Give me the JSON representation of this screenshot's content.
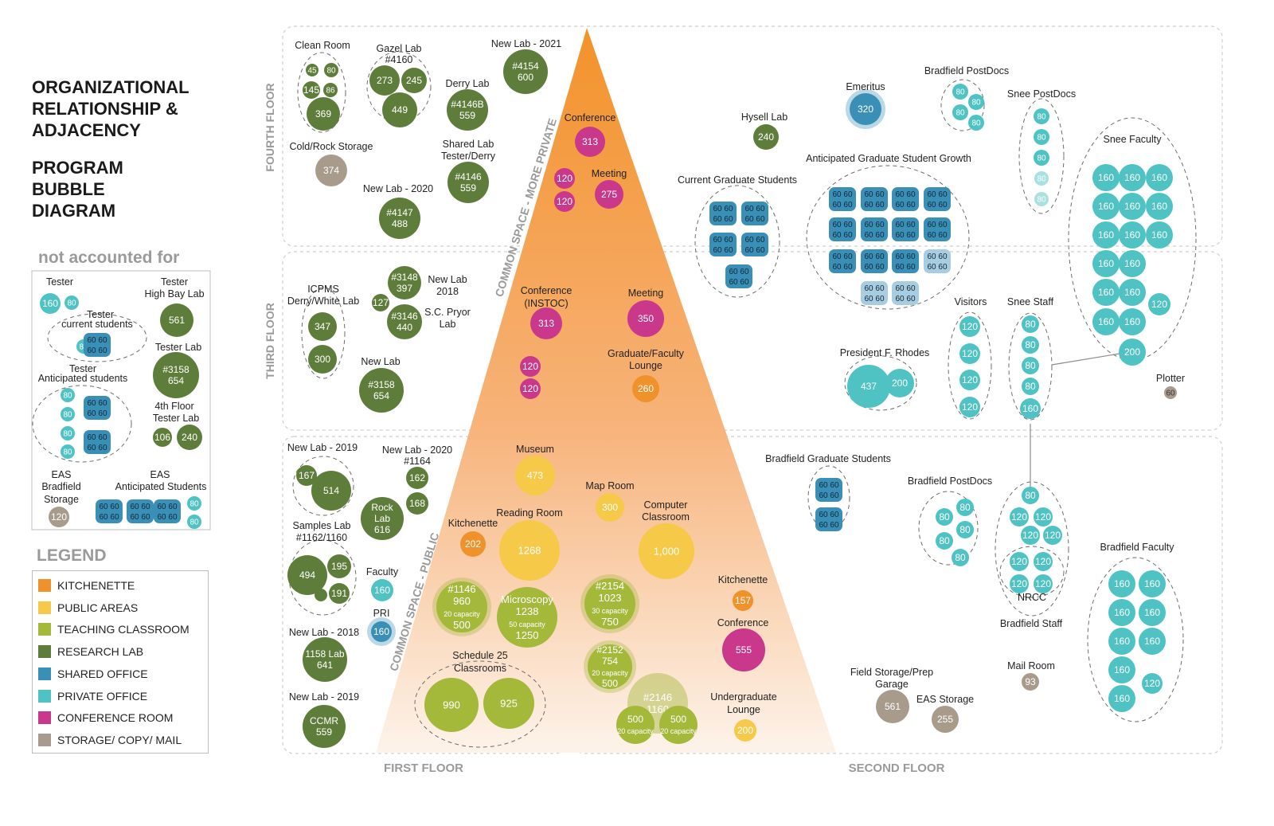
{
  "title": {
    "lines": [
      "ORGANIZATIONAL",
      "RELATIONSHIP &",
      "ADJACENCY"
    ],
    "sub_lines": [
      "PROGRAM",
      "BUBBLE",
      "DIAGRAM"
    ]
  },
  "not_accounted_title": "not accounted for",
  "legend_title": "LEGEND",
  "colors": {
    "kitchenette": "#f0922b",
    "public": "#f7c948",
    "teaching": "#a4b83a",
    "research": "#5f7d3a",
    "shared": "#3a8fb7",
    "private": "#4fc3c3",
    "conference": "#c9388a",
    "storage": "#a89b8c"
  },
  "legend": [
    {
      "key": "kitchenette",
      "label": "KITCHENETTE"
    },
    {
      "key": "public",
      "label": "PUBLIC AREAS"
    },
    {
      "key": "teaching",
      "label": "TEACHING CLASSROOM"
    },
    {
      "key": "research",
      "label": "RESEARCH LAB"
    },
    {
      "key": "shared",
      "label": "SHARED OFFICE"
    },
    {
      "key": "private",
      "label": "PRIVATE OFFICE"
    },
    {
      "key": "conference",
      "label": "CONFERENCE ROOM"
    },
    {
      "key": "storage",
      "label": "STORAGE/ COPY/ MAIL"
    }
  ],
  "floor_labels": {
    "fourth": "FOURTH FLOOR",
    "third": "THIRD FLOOR",
    "first": "FIRST FLOOR",
    "second": "SECOND FLOOR"
  },
  "triangle_labels": {
    "private": "COMMON SPACE - MORE PRIVATE",
    "public": "COMMON SPACE - PUBLIC"
  },
  "labels": [
    {
      "t": "Clean Room"
    },
    {
      "t": "Gazel Lab"
    },
    {
      "t": "#4160"
    },
    {
      "t": "New Lab - 2021"
    },
    {
      "t": "Derry Lab"
    },
    {
      "t": "Conference"
    },
    {
      "t": "Cold/Rock Storage"
    },
    {
      "t": "Shared Lab"
    },
    {
      "t": "Tester/Derry"
    },
    {
      "t": "Meeting"
    },
    {
      "t": "New Lab - 2020"
    },
    {
      "t": "Emeritus"
    },
    {
      "t": "Bradfield PostDocs"
    },
    {
      "t": "Snee PostDocs"
    },
    {
      "t": "Hysell Lab"
    },
    {
      "t": "Snee Faculty"
    },
    {
      "t": "Anticipated Graduate Student Growth"
    },
    {
      "t": "Current Graduate Students"
    },
    {
      "t": "New Lab"
    },
    {
      "t": "2018"
    },
    {
      "t": "S.C. Pryor"
    },
    {
      "t": "Lab"
    },
    {
      "t": "ICPMS"
    },
    {
      "t": "Derry/White Lab"
    },
    {
      "t": "Conference"
    },
    {
      "t": "(INSTOC)"
    },
    {
      "t": "Meeting"
    },
    {
      "t": "Graduate/Faculty"
    },
    {
      "t": "Lounge"
    },
    {
      "t": "New Lab"
    },
    {
      "t": "Visitors"
    },
    {
      "t": "Snee Staff"
    },
    {
      "t": "President F. Rhodes"
    },
    {
      "t": "Plotter"
    },
    {
      "t": "New Lab - 2019"
    },
    {
      "t": "New Lab - 2020"
    },
    {
      "t": "#1164"
    },
    {
      "t": "Museum"
    },
    {
      "t": "Bradfield Graduate Students"
    },
    {
      "t": "Map Room"
    },
    {
      "t": "Computer"
    },
    {
      "t": "Classroom"
    },
    {
      "t": "Bradfield PostDocs"
    },
    {
      "t": "Reading Room"
    },
    {
      "t": "Kitchenette"
    },
    {
      "t": "Samples Lab"
    },
    {
      "t": "#1162/1160"
    },
    {
      "t": "Faculty"
    },
    {
      "t": "Bradfield Faculty"
    },
    {
      "t": "Kitchenette"
    },
    {
      "t": "PRI"
    },
    {
      "t": "Conference"
    },
    {
      "t": "Bradfield Staff"
    },
    {
      "t": "New Lab - 2018"
    },
    {
      "t": "Mail Room"
    },
    {
      "t": "Schedule 25"
    },
    {
      "t": "Classrooms"
    },
    {
      "t": "Field Storage/Prep"
    },
    {
      "t": "Garage"
    },
    {
      "t": "Undergraduate"
    },
    {
      "t": "Lounge"
    },
    {
      "t": "EAS Storage"
    },
    {
      "t": "New Lab - 2019"
    },
    {
      "t": "Tester"
    },
    {
      "t": "Tester"
    },
    {
      "t": "High Bay Lab"
    },
    {
      "t": "Tester"
    },
    {
      "t": "current students"
    },
    {
      "t": "Tester Lab"
    },
    {
      "t": "Tester"
    },
    {
      "t": "Anticipated students"
    },
    {
      "t": "4th Floor"
    },
    {
      "t": "Tester Lab"
    },
    {
      "t": "EAS"
    },
    {
      "t": "Bradfield"
    },
    {
      "t": "Storage"
    },
    {
      "t": "EAS"
    },
    {
      "t": "Anticipated Students"
    },
    {
      "t": "NRCC"
    }
  ],
  "bubbles": [
    {
      "c": "research",
      "t": [
        "45"
      ]
    },
    {
      "c": "research",
      "t": [
        "80"
      ]
    },
    {
      "c": "research",
      "t": [
        "145"
      ]
    },
    {
      "c": "research",
      "t": [
        "86"
      ]
    },
    {
      "c": "research",
      "t": [
        "369"
      ]
    },
    {
      "c": "research",
      "t": [
        "273"
      ]
    },
    {
      "c": "research",
      "t": [
        "245"
      ]
    },
    {
      "c": "research",
      "t": [
        "449"
      ]
    },
    {
      "c": "research",
      "t": [
        "#4154",
        "600"
      ]
    },
    {
      "c": "research",
      "t": [
        "#4146B",
        "559"
      ]
    },
    {
      "c": "storage",
      "t": [
        "374"
      ]
    },
    {
      "c": "research",
      "t": [
        "#4146",
        "559"
      ]
    },
    {
      "c": "research",
      "t": [
        "#4147",
        "488"
      ]
    },
    {
      "c": "conference",
      "t": [
        "313"
      ]
    },
    {
      "c": "conference",
      "t": [
        "120"
      ]
    },
    {
      "c": "conference",
      "t": [
        "120"
      ]
    },
    {
      "c": "conference",
      "t": [
        "275"
      ]
    },
    {
      "c": "shared",
      "t": [
        "320"
      ]
    },
    {
      "c": "research",
      "t": [
        "240"
      ]
    },
    {
      "c": "private",
      "t": [
        "80"
      ]
    },
    {
      "c": "private",
      "t": [
        "80"
      ]
    },
    {
      "c": "private",
      "t": [
        "80"
      ]
    },
    {
      "c": "private",
      "t": [
        "80"
      ]
    },
    {
      "c": "private",
      "t": [
        "80"
      ]
    },
    {
      "c": "private",
      "t": [
        "80"
      ]
    },
    {
      "c": "private",
      "t": [
        "80"
      ]
    },
    {
      "c": "private",
      "t": [
        "80"
      ]
    },
    {
      "c": "private",
      "t": [
        "80"
      ]
    },
    {
      "c": "private",
      "t": [
        "160"
      ]
    },
    {
      "c": "private",
      "t": [
        "160"
      ]
    },
    {
      "c": "private",
      "t": [
        "160"
      ]
    },
    {
      "c": "private",
      "t": [
        "160"
      ]
    },
    {
      "c": "private",
      "t": [
        "160"
      ]
    },
    {
      "c": "private",
      "t": [
        "160"
      ]
    },
    {
      "c": "private",
      "t": [
        "160"
      ]
    },
    {
      "c": "private",
      "t": [
        "160"
      ]
    },
    {
      "c": "private",
      "t": [
        "160"
      ]
    },
    {
      "c": "private",
      "t": [
        "160"
      ]
    },
    {
      "c": "private",
      "t": [
        "160"
      ]
    },
    {
      "c": "private",
      "t": [
        "160"
      ]
    },
    {
      "c": "private",
      "t": [
        "160"
      ]
    },
    {
      "c": "private",
      "t": [
        "120"
      ]
    },
    {
      "c": "private",
      "t": [
        "160"
      ]
    },
    {
      "c": "private",
      "t": [
        "160"
      ]
    },
    {
      "c": "private",
      "t": [
        "200"
      ]
    },
    {
      "c": "research",
      "t": [
        "#3148",
        "397"
      ]
    },
    {
      "c": "research",
      "t": [
        "127"
      ]
    },
    {
      "c": "research",
      "t": [
        "#3146",
        "440"
      ]
    },
    {
      "c": "research",
      "t": [
        "347"
      ]
    },
    {
      "c": "research",
      "t": [
        "300"
      ]
    },
    {
      "c": "research",
      "t": [
        "#3158",
        "654"
      ]
    },
    {
      "c": "conference",
      "t": [
        "313"
      ]
    },
    {
      "c": "conference",
      "t": [
        "350"
      ]
    },
    {
      "c": "conference",
      "t": [
        "120"
      ]
    },
    {
      "c": "conference",
      "t": [
        "120"
      ]
    },
    {
      "c": "kitchenette",
      "t": [
        "260"
      ]
    },
    {
      "c": "private",
      "t": [
        "120"
      ]
    },
    {
      "c": "private",
      "t": [
        "120"
      ]
    },
    {
      "c": "private",
      "t": [
        "120"
      ]
    },
    {
      "c": "private",
      "t": [
        "120"
      ]
    },
    {
      "c": "private",
      "t": [
        "80"
      ]
    },
    {
      "c": "private",
      "t": [
        "80"
      ]
    },
    {
      "c": "private",
      "t": [
        "80"
      ]
    },
    {
      "c": "private",
      "t": [
        "80"
      ]
    },
    {
      "c": "private",
      "t": [
        "160"
      ]
    },
    {
      "c": "private",
      "t": [
        "437"
      ]
    },
    {
      "c": "private",
      "t": [
        "200"
      ]
    },
    {
      "c": "storage",
      "t": [
        "60"
      ]
    },
    {
      "c": "research",
      "t": [
        "167"
      ]
    },
    {
      "c": "research",
      "t": [
        "514"
      ]
    },
    {
      "c": "research",
      "t": [
        "162"
      ]
    },
    {
      "c": "research",
      "t": [
        "Rock",
        "Lab",
        "616"
      ]
    },
    {
      "c": "research",
      "t": [
        "168"
      ]
    },
    {
      "c": "public",
      "t": [
        "473"
      ]
    },
    {
      "c": "public",
      "t": [
        "300"
      ]
    },
    {
      "c": "public",
      "t": [
        "1,000"
      ]
    },
    {
      "c": "public",
      "t": [
        "1268"
      ]
    },
    {
      "c": "kitchenette",
      "t": [
        "202"
      ]
    },
    {
      "c": "private",
      "t": [
        "80"
      ]
    },
    {
      "c": "private",
      "t": [
        "80"
      ]
    },
    {
      "c": "private",
      "t": [
        "80"
      ]
    },
    {
      "c": "private",
      "t": [
        "80"
      ]
    },
    {
      "c": "private",
      "t": [
        "80"
      ]
    },
    {
      "c": "private",
      "t": [
        "80"
      ]
    },
    {
      "c": "private",
      "t": [
        "120"
      ]
    },
    {
      "c": "private",
      "t": [
        "120"
      ]
    },
    {
      "c": "private",
      "t": [
        "120"
      ]
    },
    {
      "c": "private",
      "t": [
        "120"
      ]
    },
    {
      "c": "private",
      "t": [
        "120"
      ]
    },
    {
      "c": "private",
      "t": [
        "120"
      ]
    },
    {
      "c": "private",
      "t": [
        "120"
      ]
    },
    {
      "c": "private",
      "t": [
        "120"
      ]
    },
    {
      "c": "research",
      "t": [
        "494"
      ]
    },
    {
      "c": "research",
      "t": [
        "195"
      ]
    },
    {
      "c": "research",
      "t": [
        "191"
      ]
    },
    {
      "c": "research",
      "t": [
        ""
      ]
    },
    {
      "c": "private",
      "t": [
        "160"
      ]
    },
    {
      "c": "shared",
      "t": [
        "160"
      ]
    },
    {
      "c": "teaching",
      "t": [
        "#1146",
        "960",
        "20 capacity",
        "500"
      ]
    },
    {
      "c": "teaching",
      "t": [
        "Microscopy",
        "1238",
        "50 capacity",
        "1250"
      ]
    },
    {
      "c": "teaching",
      "t": [
        "#2154",
        "1023",
        "30 capacity",
        "750"
      ]
    },
    {
      "c": "kitchenette",
      "t": [
        "157"
      ]
    },
    {
      "c": "conference",
      "t": [
        "555"
      ]
    },
    {
      "c": "private",
      "t": [
        "160"
      ]
    },
    {
      "c": "private",
      "t": [
        "160"
      ]
    },
    {
      "c": "private",
      "t": [
        "160"
      ]
    },
    {
      "c": "private",
      "t": [
        "160"
      ]
    },
    {
      "c": "private",
      "t": [
        "160"
      ]
    },
    {
      "c": "private",
      "t": [
        "160"
      ]
    },
    {
      "c": "private",
      "t": [
        "160"
      ]
    },
    {
      "c": "private",
      "t": [
        "120"
      ]
    },
    {
      "c": "private",
      "t": [
        "160"
      ]
    },
    {
      "c": "research",
      "t": [
        "1158 Lab",
        "641"
      ]
    },
    {
      "c": "teaching",
      "t": [
        "#2152",
        "754",
        "20 capacity",
        "500"
      ]
    },
    {
      "c": "storage",
      "t": [
        "93"
      ]
    },
    {
      "c": "teaching",
      "t": [
        "990"
      ]
    },
    {
      "c": "teaching",
      "t": [
        "925"
      ]
    },
    {
      "c": "teaching",
      "t": [
        "#2146",
        "1160"
      ]
    },
    {
      "c": "teaching",
      "t": [
        "500",
        "20 capacity"
      ]
    },
    {
      "c": "teaching",
      "t": [
        "500",
        "20 capacity"
      ]
    },
    {
      "c": "public",
      "t": [
        "200"
      ]
    },
    {
      "c": "storage",
      "t": [
        "561"
      ]
    },
    {
      "c": "storage",
      "t": [
        "255"
      ]
    },
    {
      "c": "research",
      "t": [
        "CCMR",
        "559"
      ]
    },
    {
      "c": "private",
      "t": [
        "160"
      ]
    },
    {
      "c": "private",
      "t": [
        "80"
      ]
    },
    {
      "c": "research",
      "t": [
        "561"
      ]
    },
    {
      "c": "private",
      "t": [
        "80"
      ]
    },
    {
      "c": "research",
      "t": [
        "#3158",
        "654"
      ]
    },
    {
      "c": "private",
      "t": [
        "80"
      ]
    },
    {
      "c": "private",
      "t": [
        "80"
      ]
    },
    {
      "c": "private",
      "t": [
        "80"
      ]
    },
    {
      "c": "private",
      "t": [
        "80"
      ]
    },
    {
      "c": "research",
      "t": [
        "106"
      ]
    },
    {
      "c": "research",
      "t": [
        "240"
      ]
    },
    {
      "c": "storage",
      "t": [
        "120"
      ]
    },
    {
      "c": "private",
      "t": [
        "80"
      ]
    },
    {
      "c": "private",
      "t": [
        "80"
      ]
    }
  ],
  "shared_cells": [
    {
      "t": [
        "60 60",
        "60 60"
      ]
    },
    {
      "t": [
        "60 60",
        "60 60"
      ]
    },
    {
      "t": [
        "60 60",
        "60 60"
      ]
    },
    {
      "t": [
        "60 60",
        "60 60"
      ]
    },
    {
      "t": [
        "60 60",
        "60 60"
      ]
    },
    {
      "t": [
        "60 60",
        "60 60"
      ]
    },
    {
      "t": [
        "60 60",
        "60 60"
      ]
    },
    {
      "t": [
        "60 60",
        "60 60"
      ]
    },
    {
      "t": [
        "60 60",
        "60 60"
      ]
    },
    {
      "t": [
        "60 60",
        "60 60"
      ]
    },
    {
      "t": [
        "60 60",
        "60 60"
      ]
    },
    {
      "t": [
        "60 60",
        "60 60"
      ]
    },
    {
      "t": [
        "60 60",
        "60 60"
      ]
    },
    {
      "t": [
        "60 60",
        "60 60"
      ]
    },
    {
      "t": [
        "60 60",
        "60 60"
      ]
    },
    {
      "t": [
        "60 60",
        "60 60"
      ]
    },
    {
      "t": [
        "60 60",
        "60 60"
      ]
    },
    {
      "t": [
        "60 60",
        "60 60"
      ]
    },
    {
      "t": [
        "60 60",
        "60 60"
      ]
    },
    {
      "t": [
        "60 60",
        "60 60"
      ]
    },
    {
      "t": [
        "60 60",
        "60 60"
      ]
    },
    {
      "t": [
        "60 60",
        "60 60"
      ]
    },
    {
      "t": [
        "60 60",
        "60 60"
      ]
    },
    {
      "t": [
        "60 60",
        "60 60"
      ]
    },
    {
      "t": [
        "60 60",
        "60 60"
      ]
    },
    {
      "t": [
        "60 60",
        "60 60"
      ]
    },
    {
      "t": [
        "60 60",
        "60 60"
      ]
    },
    {
      "t": [
        "60 60",
        "60 60"
      ]
    },
    {
      "t": [
        "60 60",
        "60 60"
      ]
    },
    {
      "t": [
        "60 60",
        "60 60"
      ]
    },
    {
      "t": [
        "60 60",
        "60 60"
      ]
    },
    {
      "t": [
        "60 60",
        "60 60"
      ]
    },
    {
      "t": [
        "60 60",
        "60 60"
      ]
    },
    {
      "t": [
        "60 60",
        "60 60"
      ]
    }
  ]
}
